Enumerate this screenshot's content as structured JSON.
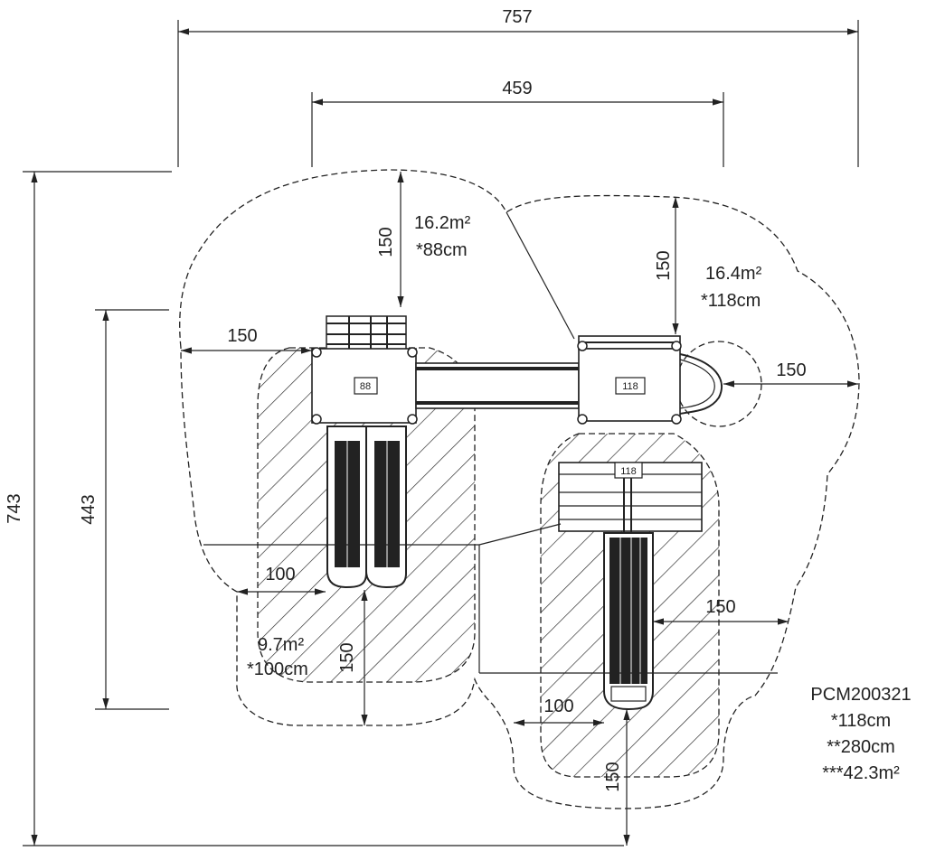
{
  "dimensions": {
    "overall_width": "757",
    "inner_width": "459",
    "overall_depth": "743",
    "inner_depth": "443",
    "top_left_clearance": "150",
    "left_clearance": "150",
    "top_right_clearance": "150",
    "right_clearance": "150",
    "slide_left_clearance": "100",
    "slide_left_bottom": "150",
    "slide_right_side": "150",
    "slide_right_left": "100",
    "slide_right_bottom": "150"
  },
  "areas": {
    "left_area": "16.2m²",
    "left_height": "*88cm",
    "right_area": "16.4m²",
    "right_height": "*118cm",
    "slide_area": "9.7m²",
    "slide_height": "*100cm"
  },
  "platforms": {
    "left_tag": "88",
    "right_tag": "118",
    "slide_tag": "118"
  },
  "product": {
    "code": "PCM200321",
    "fall_height": "*118cm",
    "free_height": "**280cm",
    "total_area": "***42.3m²"
  }
}
